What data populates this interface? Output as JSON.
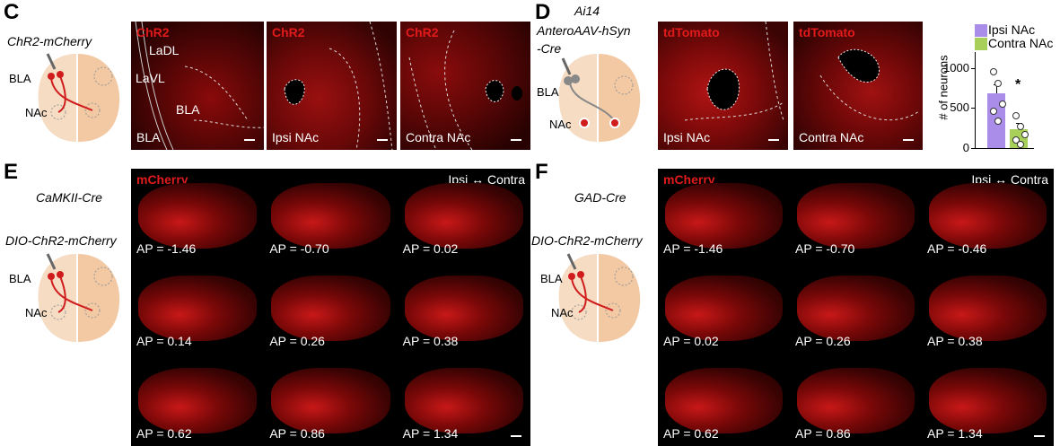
{
  "panels": {
    "C": {
      "letter": "C",
      "construct": "ChR2-mCherry",
      "schematic_labels": {
        "bla": "BLA",
        "nac": "NAc"
      },
      "images": [
        {
          "title": "ChR2",
          "labels": [
            "LaDL",
            "LaVL",
            "BLA",
            "BLA"
          ]
        },
        {
          "title": "ChR2",
          "bottom": "Ipsi NAc"
        },
        {
          "title": "ChR2",
          "bottom": "Contra NAc"
        }
      ]
    },
    "D": {
      "letter": "D",
      "construct_lines": [
        "Ai14",
        "AnteroAAV-hSyn",
        "-Cre"
      ],
      "schematic_labels": {
        "bla": "BLA",
        "nac": "NAc"
      },
      "images": [
        {
          "title": "tdTomato",
          "bottom": "Ipsi NAc"
        },
        {
          "title": "tdTomato",
          "bottom": "Contra NAc"
        }
      ]
    },
    "E": {
      "letter": "E",
      "constructs": [
        "CaMKII-Cre",
        "DIO-ChR2-mCherry"
      ],
      "schematic_labels": {
        "bla": "BLA",
        "nac": "NAc"
      },
      "title": "mCherry",
      "direction": "Ipsi ↔ Contra",
      "slices": [
        "AP = -1.46",
        "AP = -0.70",
        "AP = 0.02",
        "AP = 0.14",
        "AP = 0.26",
        "AP = 0.38",
        "AP = 0.62",
        "AP = 0.86",
        "AP = 1.34"
      ]
    },
    "F": {
      "letter": "F",
      "constructs": [
        "GAD-Cre",
        "DIO-ChR2-mCherry"
      ],
      "schematic_labels": {
        "bla": "BLA",
        "nac": "NAc"
      },
      "title": "mCherry",
      "direction": "Ipsi ↔ Contra",
      "slices": [
        "AP = -1.46",
        "AP = -0.70",
        "AP = -0.46",
        "AP = 0.02",
        "AP = 0.26",
        "AP = 0.38",
        "AP = 0.62",
        "AP = 0.86",
        "AP = 1.34"
      ]
    }
  },
  "chart_data": {
    "type": "bar",
    "categories": [
      "Ipsi NAc",
      "Contra NAc"
    ],
    "series": [
      {
        "name": "Ipsi NAc",
        "values": [
          680
        ]
      },
      {
        "name": "Contra NAc",
        "values": [
          240
        ]
      }
    ],
    "errors": [
      120,
      70
    ],
    "points": [
      [
        960,
        820,
        560,
        470,
        350
      ],
      [
        420,
        280,
        180,
        110,
        60
      ]
    ],
    "colors": [
      "#a98de8",
      "#a8cf5a"
    ],
    "ylabel": "# of neurons",
    "yticks": [
      "0",
      "500",
      "1000"
    ],
    "ylim": [
      0,
      1200
    ],
    "annotation": "*",
    "legend": "top-right"
  }
}
